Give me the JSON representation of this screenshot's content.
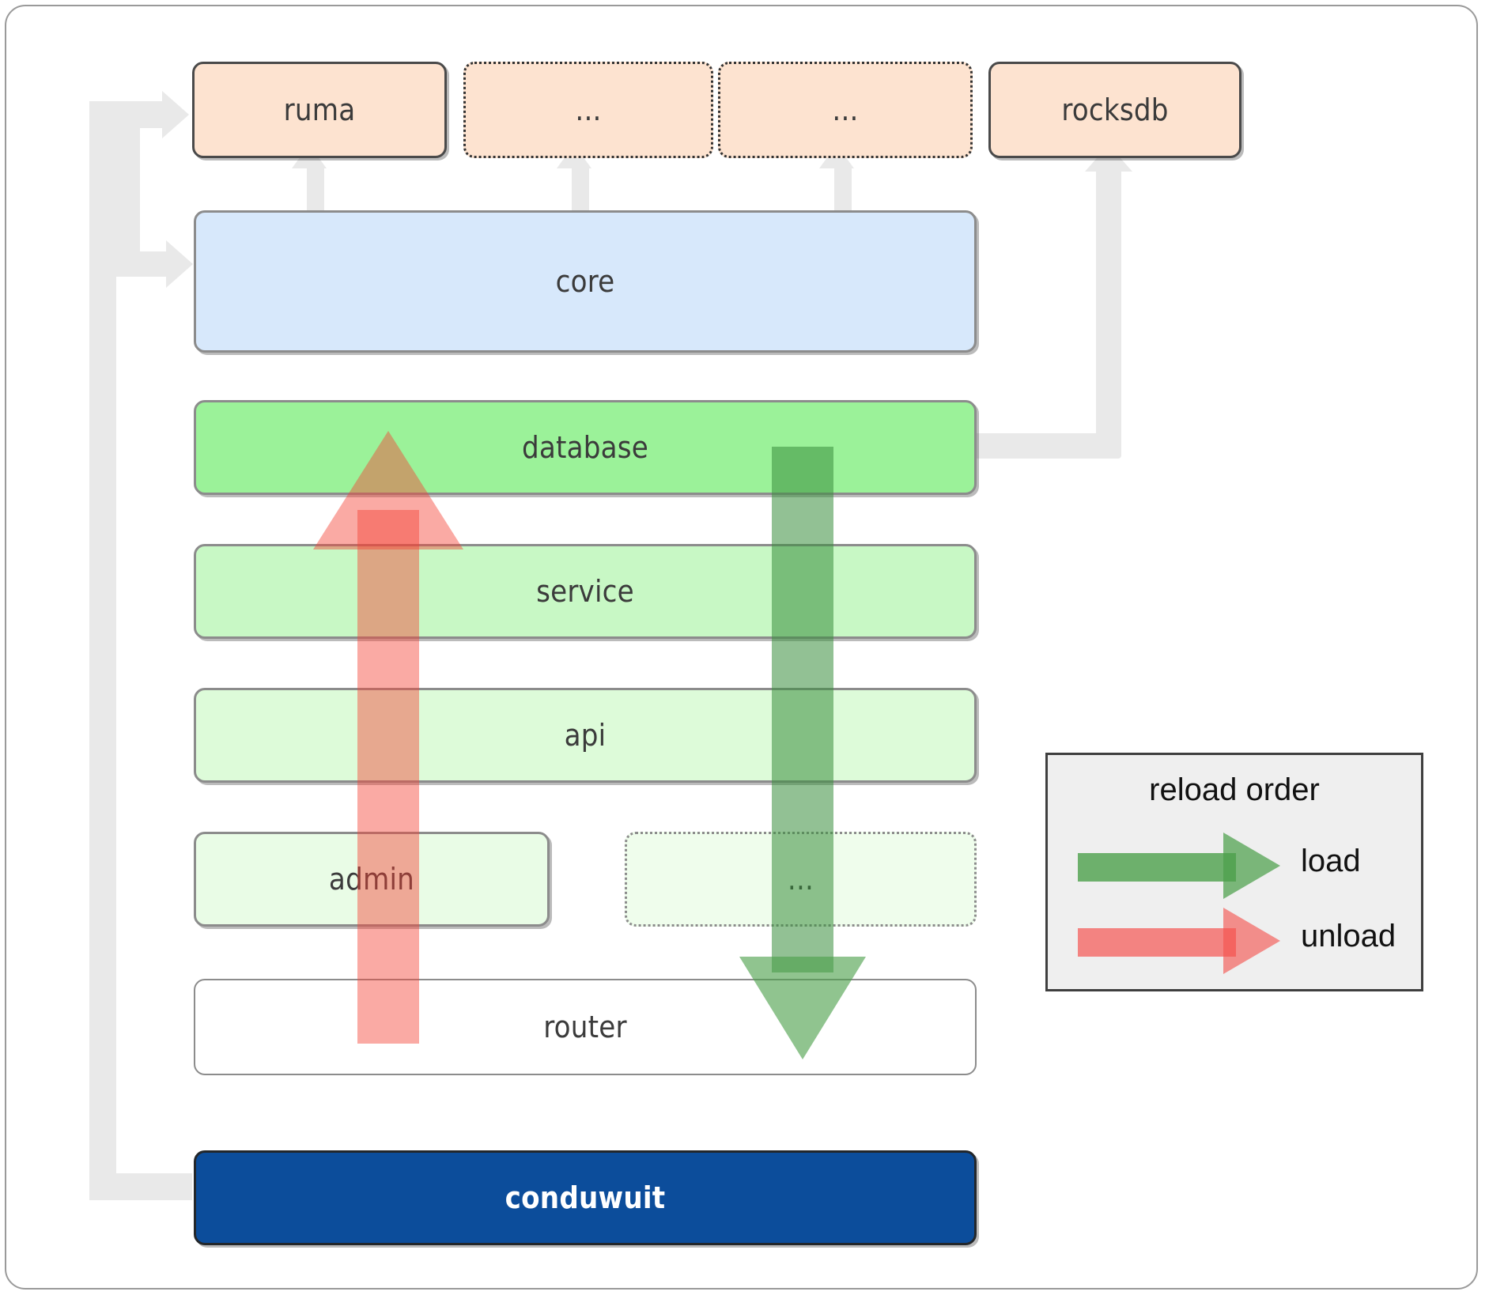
{
  "diagram": {
    "title": "conduwuit module architecture / reload order",
    "colors": {
      "external": "#fde3d0",
      "core": "#d7e8fb",
      "database": "#9bf299",
      "service": "#c8f8c5",
      "api": "#ddfbd9",
      "admin": "#e9fce6",
      "router": "#ffffff",
      "conduwuit": "#0c4d9b",
      "connector": "#e9e9e9",
      "load": "#4ca04b",
      "unload": "#f44336",
      "legend_bg": "#efefef"
    },
    "external_row": [
      {
        "label": "ruma",
        "style": "solid"
      },
      {
        "label": "...",
        "style": "dotted"
      },
      {
        "label": "...",
        "style": "dotted"
      },
      {
        "label": "rocksdb",
        "style": "solid"
      }
    ],
    "layers": [
      {
        "label": "core",
        "style": "solid"
      },
      {
        "label": "database",
        "style": "solid"
      },
      {
        "label": "service",
        "style": "solid"
      },
      {
        "label": "api",
        "style": "solid"
      }
    ],
    "admin_row": [
      {
        "label": "admin",
        "style": "solid"
      },
      {
        "label": "...",
        "style": "dotted"
      }
    ],
    "router": {
      "label": "router",
      "style": "solid"
    },
    "binary": {
      "label": "conduwuit"
    }
  },
  "legend": {
    "title": "reload order",
    "items": [
      {
        "label": "load",
        "color": "#4ca04b"
      },
      {
        "label": "unload",
        "color": "#f4726e"
      }
    ]
  }
}
